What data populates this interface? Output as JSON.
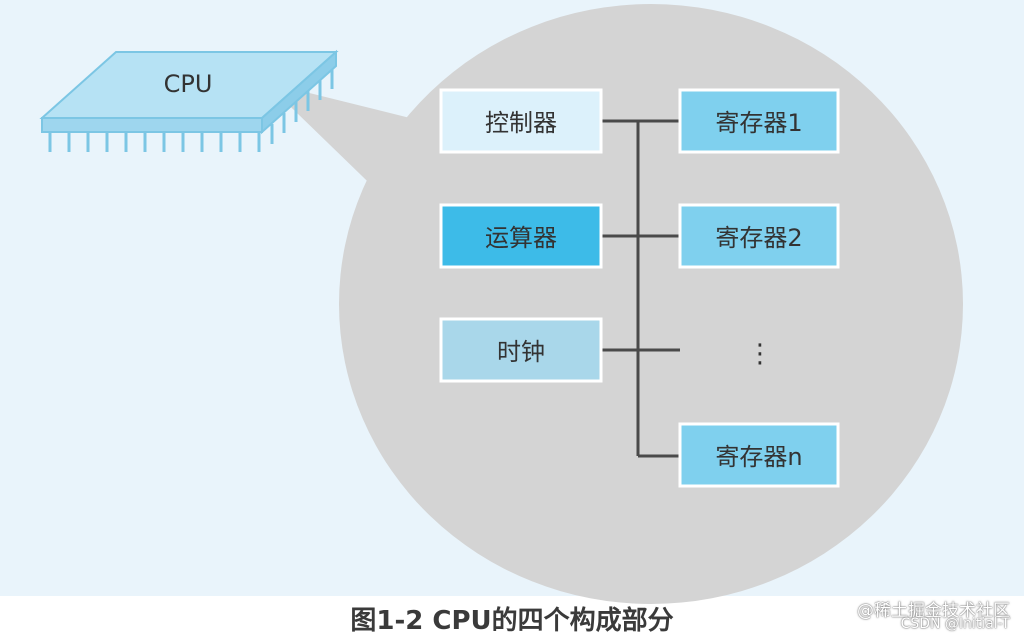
{
  "diagram": {
    "chip_label": "CPU",
    "components": [
      {
        "id": "controller",
        "label": "控制器",
        "fill": "#dcf1fb"
      },
      {
        "id": "alu",
        "label": "运算器",
        "fill": "#3dbbe8"
      },
      {
        "id": "clock",
        "label": "时钟",
        "fill": "#a9d7ea"
      }
    ],
    "registers": [
      {
        "label": "寄存器1"
      },
      {
        "label": "寄存器2"
      },
      {
        "label": "⋮"
      },
      {
        "label": "寄存器n"
      }
    ],
    "register_fill": "#7fd0ee",
    "bubble_fill": "#d4d4d4",
    "chip_fill": "#b6e2f4",
    "chip_stroke": "#7cc6e4"
  },
  "caption": "图1-2 CPU的四个构成部分",
  "watermark": {
    "line1": "@稀土掘金技术社区",
    "line2": "CSDN @Initial-T"
  }
}
